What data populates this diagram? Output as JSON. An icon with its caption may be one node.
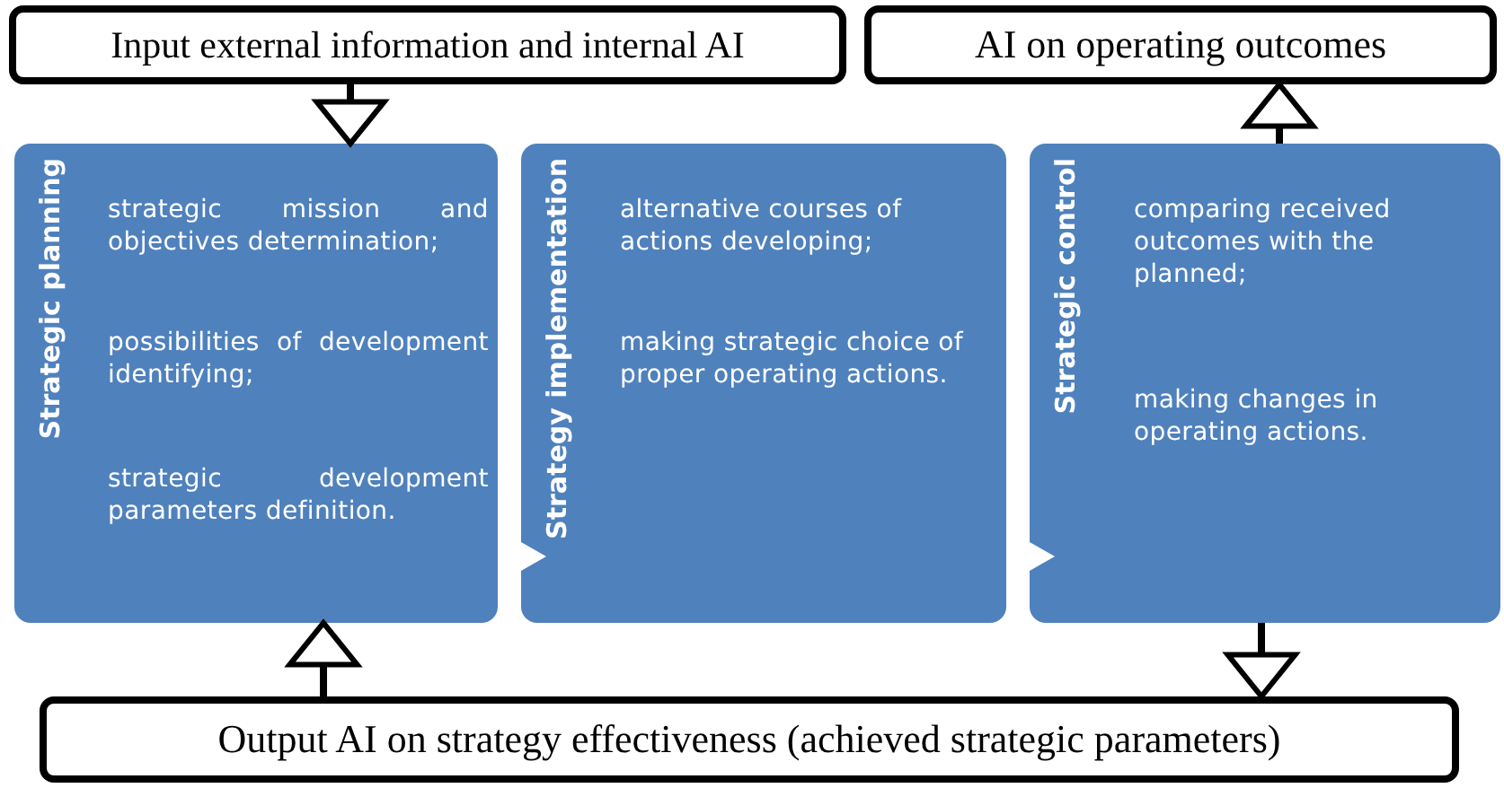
{
  "diagram": {
    "nodes": [
      {
        "text": [
          "Input external information and internal AI"
        ]
      },
      {
        "text": [
          "AI on operating outcomes"
        ]
      },
      {
        "text": [
          "Strategic planning",
          "strategic mission and objectives determination;",
          "possibilities of development identifying;",
          "strategic development parameters definition."
        ]
      },
      {
        "text": [
          "Strategy implementation",
          "alternative courses of actions developing;",
          "making strategic choice of proper operating actions."
        ]
      },
      {
        "text": [
          "Strategic control",
          "comparing received outcomes with the planned;",
          "making changes in operating actions."
        ]
      },
      {
        "text": [
          "Output AI on strategy effectiveness (achieved strategic parameters)"
        ]
      }
    ],
    "edges": [
      {
        "from": 0,
        "to": 2,
        "arrow": "to"
      },
      {
        "from": 4,
        "to": 1,
        "arrow": "to"
      },
      {
        "from": 2,
        "to": 3,
        "arrow": "to",
        "color": "#ffffff"
      },
      {
        "from": 3,
        "to": 4,
        "arrow": "to",
        "color": "#ffffff"
      },
      {
        "from": 5,
        "to": 2,
        "arrow": "to"
      },
      {
        "from": 4,
        "to": 5,
        "arrow": "to"
      }
    ]
  }
}
